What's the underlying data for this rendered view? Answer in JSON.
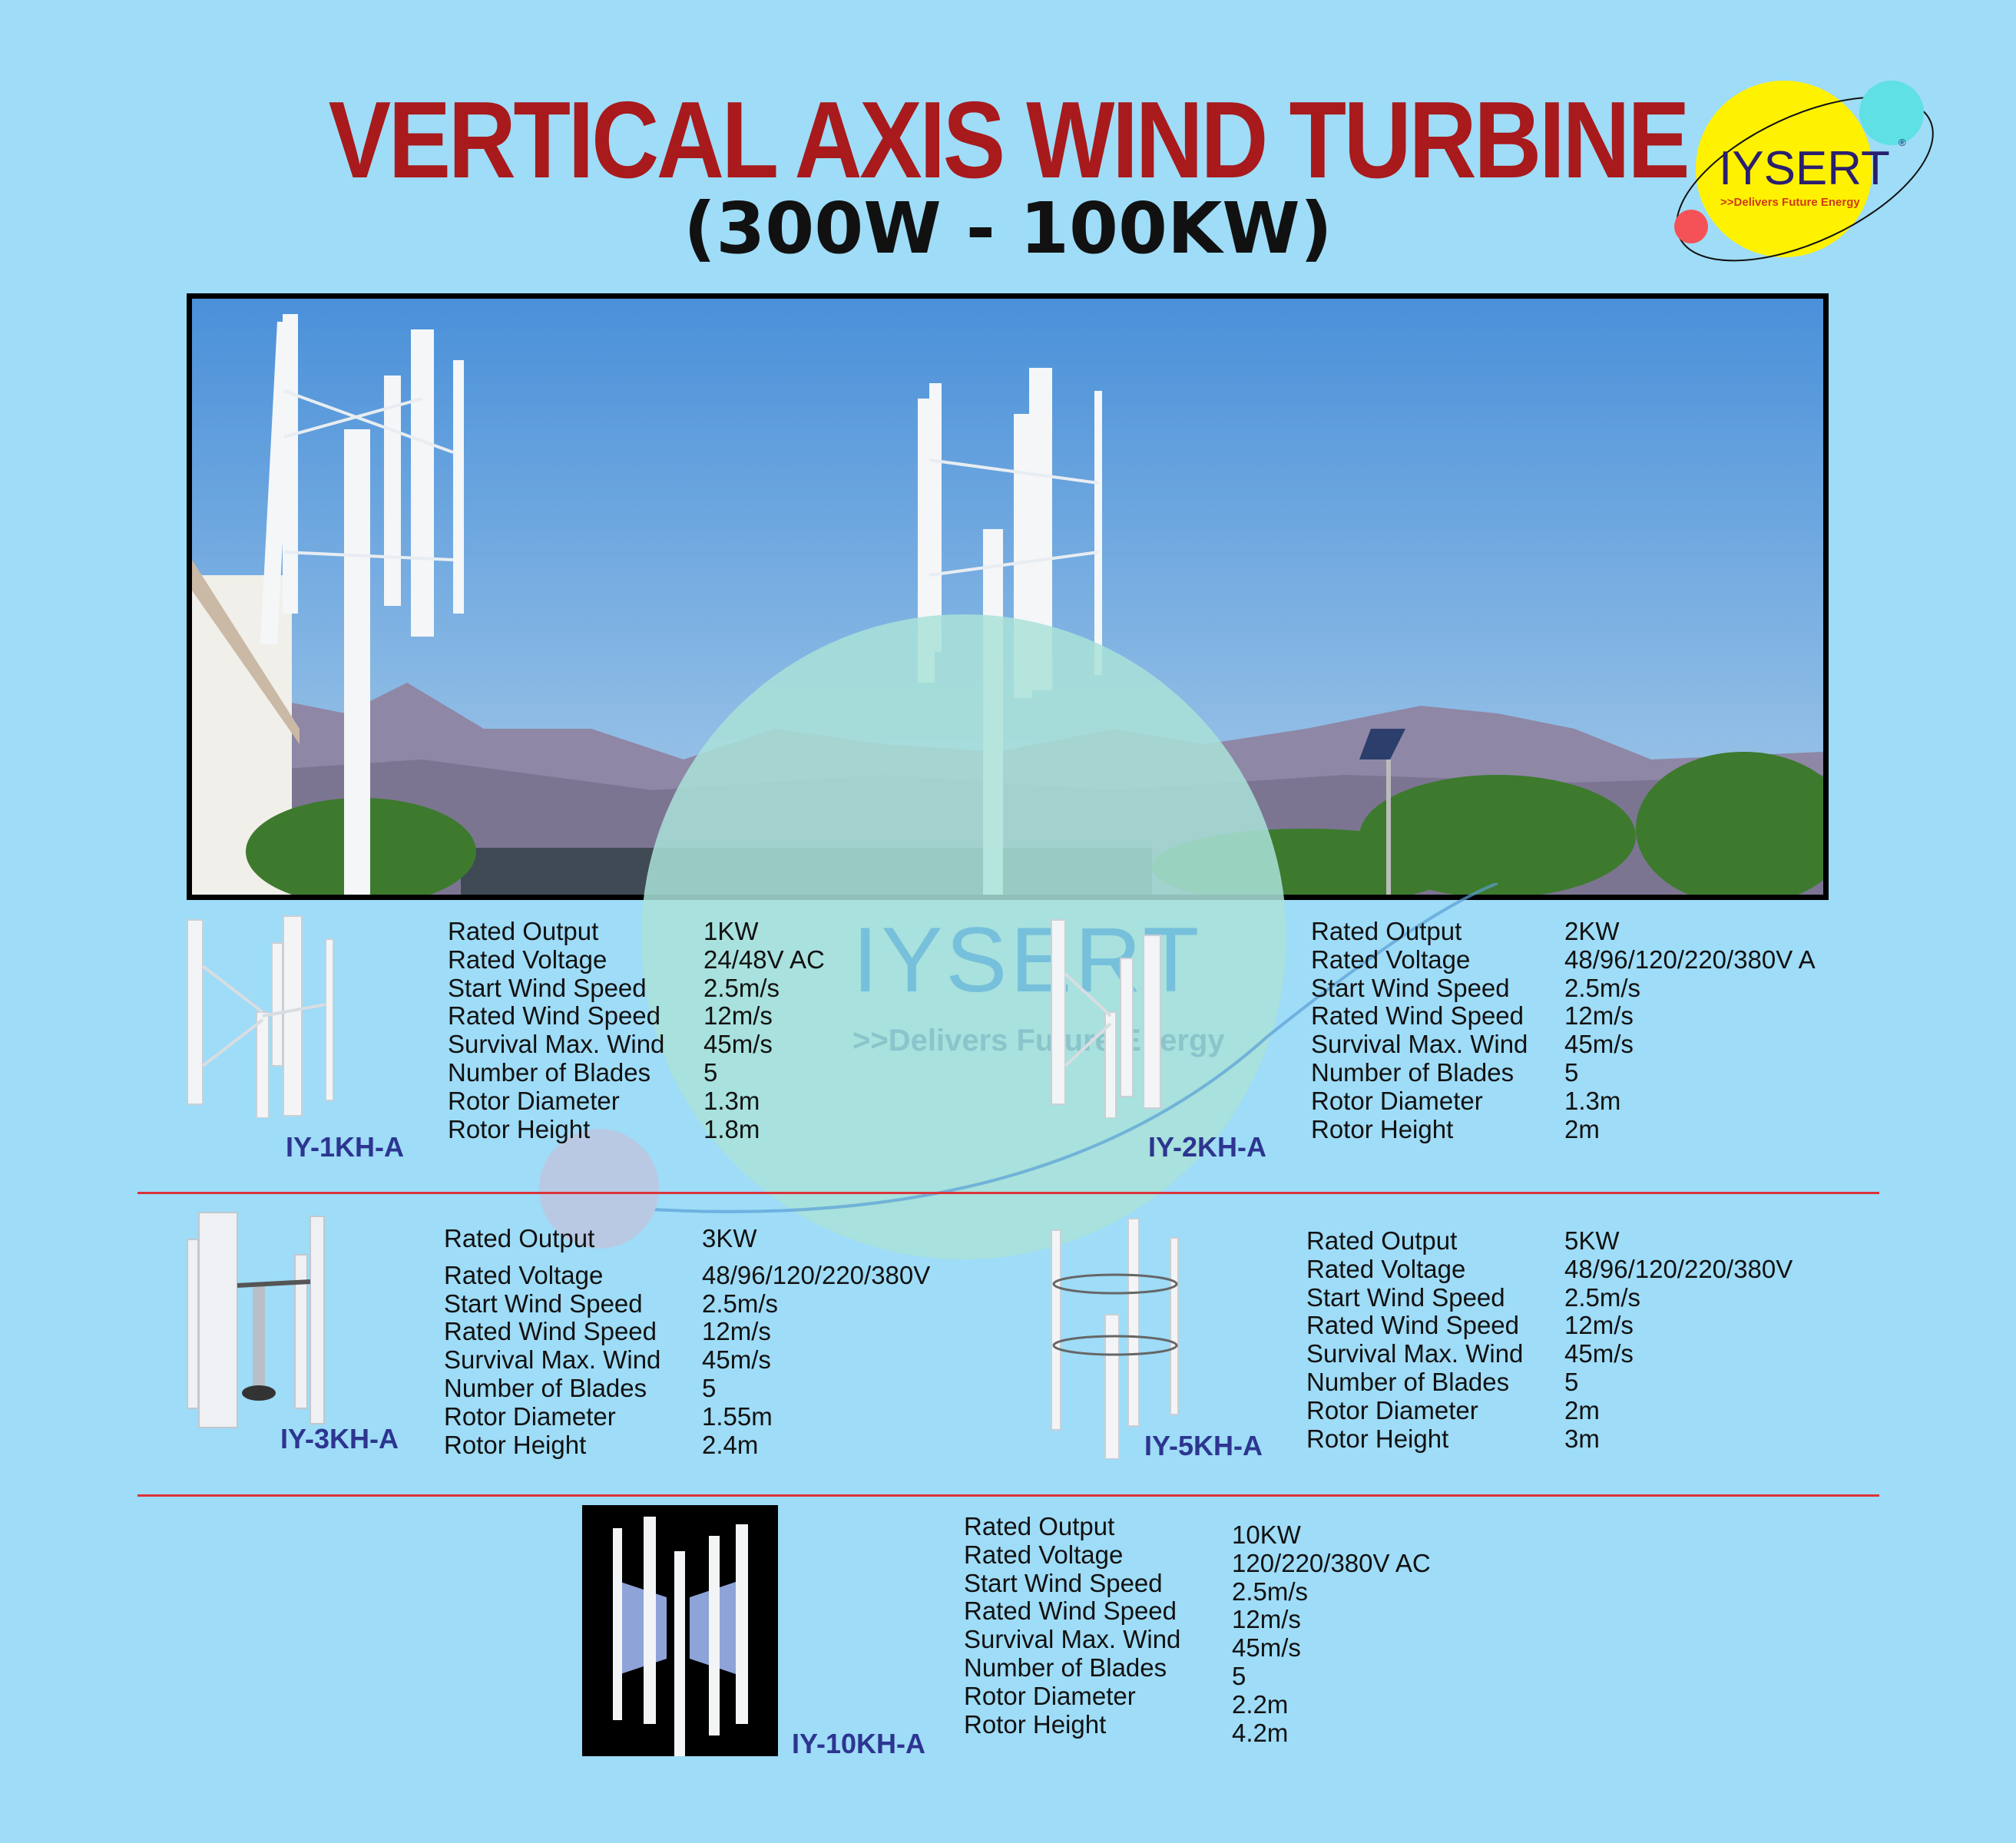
{
  "header": {
    "title": "VERTICAL AXIS WIND TURBINE",
    "subtitle": "(300W - 100KW)"
  },
  "logo": {
    "brand": "IYSERT",
    "registered": "®",
    "tagline": ">>Delivers Future Energy",
    "colors": {
      "sun": "#fff200",
      "cyan": "#5ee0e4",
      "red": "#f55258",
      "text": "#2a1f6e"
    }
  },
  "watermark": {
    "brand": "IYSERT",
    "tagline": ">>Delivers Future Energy"
  },
  "spec_labels": [
    "Rated Output",
    "Rated Voltage",
    "Start Wind Speed",
    "Rated Wind Speed",
    "Survival Max. Wind",
    "Number of Blades",
    "Rotor Diameter",
    "Rotor Height"
  ],
  "products": [
    {
      "model": "IY-1KH-A",
      "values": [
        "1KW",
        "24/48V AC",
        "2.5m/s",
        "12m/s",
        "45m/s",
        "5",
        "1.3m",
        "1.8m"
      ]
    },
    {
      "model": "IY-2KH-A",
      "values": [
        "2KW",
        "48/96/120/220/380V A",
        "2.5m/s",
        "12m/s",
        "45m/s",
        "5",
        "1.3m",
        "2m"
      ]
    },
    {
      "model": "IY-3KH-A",
      "values": [
        "3KW",
        "48/96/120/220/380V",
        "2.5m/s",
        "12m/s",
        "45m/s",
        "5",
        "1.55m",
        "2.4m"
      ]
    },
    {
      "model": "IY-5KH-A",
      "values": [
        "5KW",
        "48/96/120/220/380V",
        "2.5m/s",
        "12m/s",
        "45m/s",
        "5",
        "2m",
        "3m"
      ]
    },
    {
      "model": "IY-10KH-A",
      "values": [
        "10KW",
        "120/220/380V AC",
        "2.5m/s",
        "12m/s",
        "45m/s",
        "5",
        "2.2m",
        "4.2m"
      ]
    }
  ],
  "colors": {
    "background": "#9edcf7",
    "title": "#a81a1c",
    "model": "#2d3590",
    "divider": "#d9343a"
  }
}
